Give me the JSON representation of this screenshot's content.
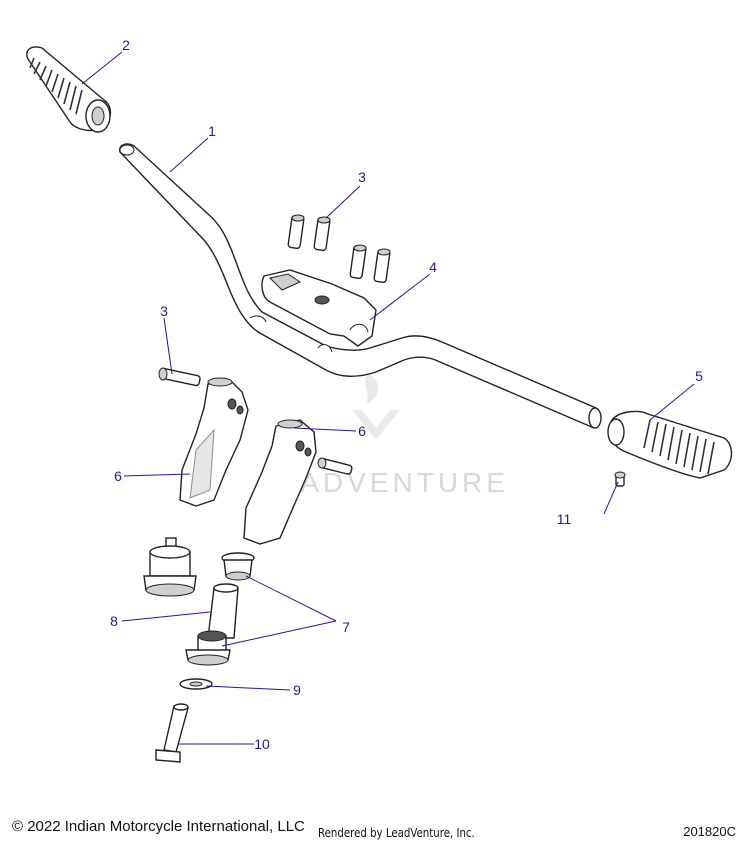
{
  "callouts": [
    {
      "id": "c1",
      "label": "1"
    },
    {
      "id": "c2",
      "label": "2"
    },
    {
      "id": "c3a",
      "label": "3"
    },
    {
      "id": "c3b",
      "label": "3"
    },
    {
      "id": "c4",
      "label": "4"
    },
    {
      "id": "c5",
      "label": "5"
    },
    {
      "id": "c6a",
      "label": "6"
    },
    {
      "id": "c6b",
      "label": "6"
    },
    {
      "id": "c7",
      "label": "7"
    },
    {
      "id": "c8",
      "label": "8"
    },
    {
      "id": "c9",
      "label": "9"
    },
    {
      "id": "c10",
      "label": "10"
    },
    {
      "id": "c11",
      "label": "11"
    }
  ],
  "watermark": "LEADVENTURE",
  "footer": {
    "copyright": "© 2022 Indian Motorcycle International, LLC",
    "rendered_by": "Rendered by LeadVenture, Inc.",
    "diagram_code": "201820C"
  },
  "colors": {
    "callout": "#1a1aa0",
    "line_art": "#222222",
    "watermark": "#d8d8d8"
  }
}
